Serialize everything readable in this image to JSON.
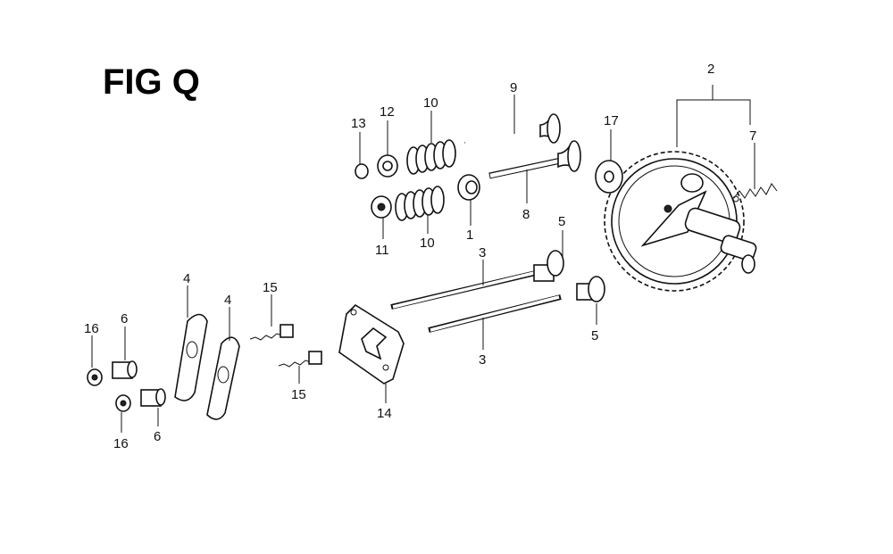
{
  "figure": {
    "title": "FIG Q",
    "callouts": [
      {
        "id": "c2",
        "label": "2"
      },
      {
        "id": "c7",
        "label": "7"
      },
      {
        "id": "c17",
        "label": "17"
      },
      {
        "id": "c9",
        "label": "9"
      },
      {
        "id": "c8",
        "label": "8"
      },
      {
        "id": "c13",
        "label": "13"
      },
      {
        "id": "c12",
        "label": "12"
      },
      {
        "id": "c10a",
        "label": "10"
      },
      {
        "id": "c10b",
        "label": "10"
      },
      {
        "id": "c11",
        "label": "11"
      },
      {
        "id": "c1",
        "label": "1"
      },
      {
        "id": "c5a",
        "label": "5"
      },
      {
        "id": "c5b",
        "label": "5"
      },
      {
        "id": "c3a",
        "label": "3"
      },
      {
        "id": "c3b",
        "label": "3"
      },
      {
        "id": "c14",
        "label": "14"
      },
      {
        "id": "c15a",
        "label": "15"
      },
      {
        "id": "c15b",
        "label": "15"
      },
      {
        "id": "c4a",
        "label": "4"
      },
      {
        "id": "c4b",
        "label": "4"
      },
      {
        "id": "c6a",
        "label": "6"
      },
      {
        "id": "c6b",
        "label": "6"
      },
      {
        "id": "c16a",
        "label": "16"
      },
      {
        "id": "c16b",
        "label": "16"
      }
    ]
  }
}
